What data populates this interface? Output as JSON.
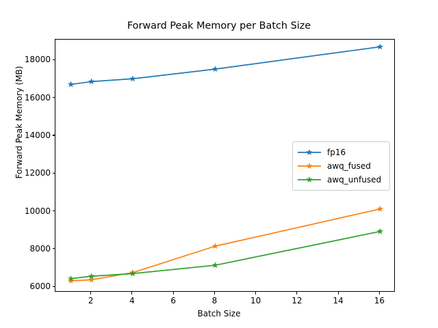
{
  "chart_data": {
    "type": "line",
    "title": "Forward Peak Memory per Batch Size",
    "xlabel": "Batch Size",
    "ylabel": "Forward Peak Memory (MB)",
    "x": [
      1,
      2,
      4,
      8,
      16
    ],
    "xlim": [
      0.25,
      16.75
    ],
    "ylim": [
      5720,
      19100
    ],
    "xticks": [
      2,
      4,
      6,
      8,
      10,
      12,
      14,
      16
    ],
    "xtick_labels": [
      "2",
      "4",
      "6",
      "8",
      "10",
      "12",
      "14",
      "16"
    ],
    "yticks": [
      6000,
      8000,
      10000,
      12000,
      14000,
      16000,
      18000
    ],
    "ytick_labels": [
      "6000",
      "8000",
      "10000",
      "12000",
      "14000",
      "16000",
      "18000"
    ],
    "grid": false,
    "legend_position": "center right",
    "marker": "star",
    "series": [
      {
        "name": "fp16",
        "color": "#1f77b4",
        "values": [
          16730,
          16880,
          17030,
          17540,
          18720
        ]
      },
      {
        "name": "awq_fused",
        "color": "#ff7f0e",
        "values": [
          6340,
          6390,
          6770,
          8170,
          10140
        ]
      },
      {
        "name": "awq_unfused",
        "color": "#2ca02c",
        "values": [
          6450,
          6580,
          6720,
          7160,
          8950
        ]
      }
    ]
  }
}
